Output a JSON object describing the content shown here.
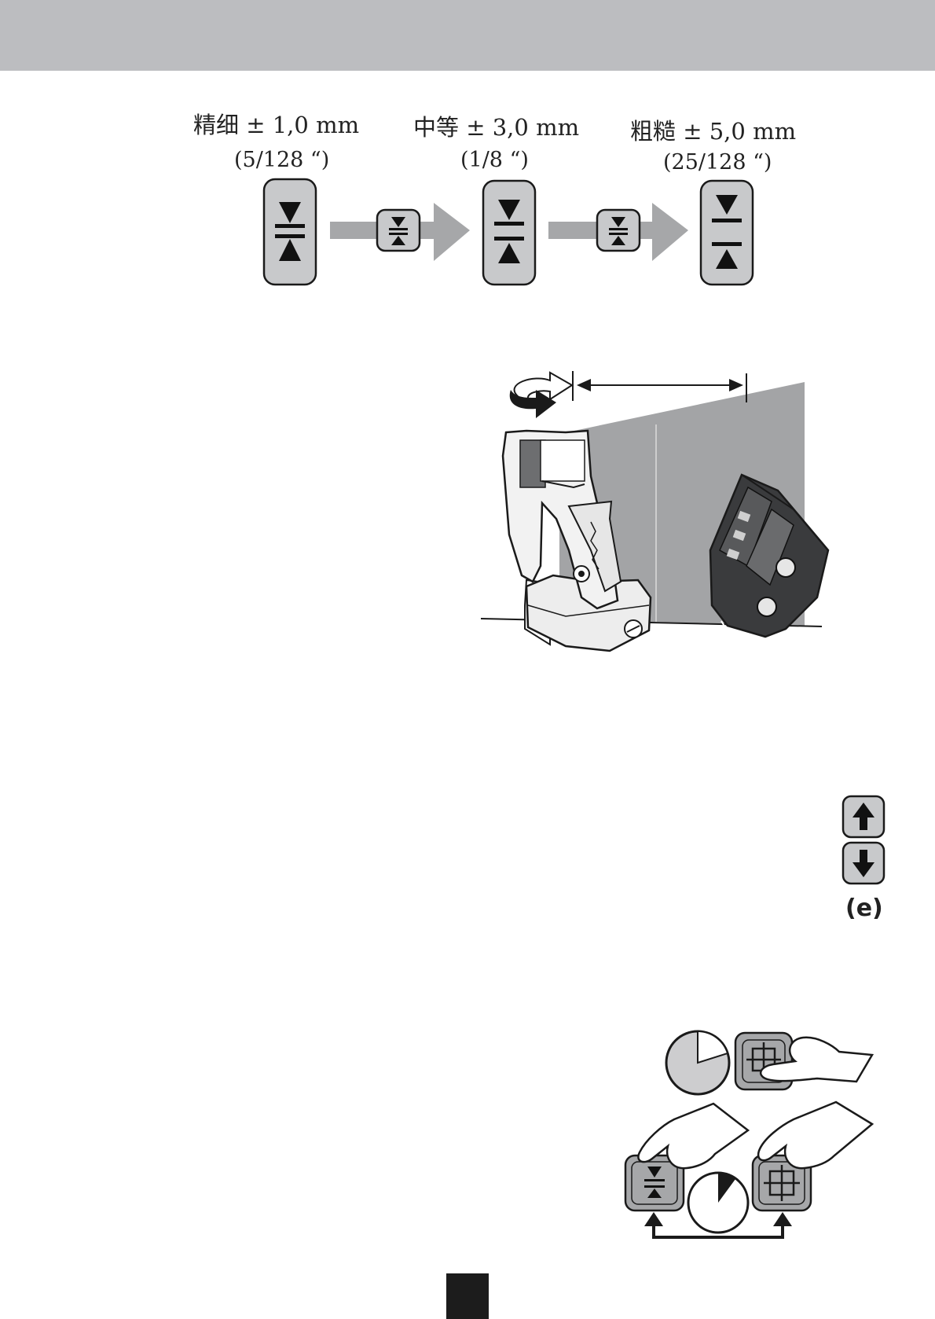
{
  "header_bar": {
    "color": "#bcbdc0"
  },
  "sensitivity_modes": [
    {
      "label": "精细 ± 1,0 mm",
      "sub": "(5/128 “)"
    },
    {
      "label": "中等 ± 3,0 mm",
      "sub": "(1/8 “)"
    },
    {
      "label": "粗糙 ± 5,0 mm",
      "sub": "(25/128 “)"
    }
  ],
  "updown_buttons": {
    "label": "(e)"
  },
  "colors": {
    "button_fill": "#c8c9cb",
    "arrow_gray": "#a6a7a9",
    "wall_gray": "#a3a4a6",
    "dark": "#1a1a1a"
  }
}
